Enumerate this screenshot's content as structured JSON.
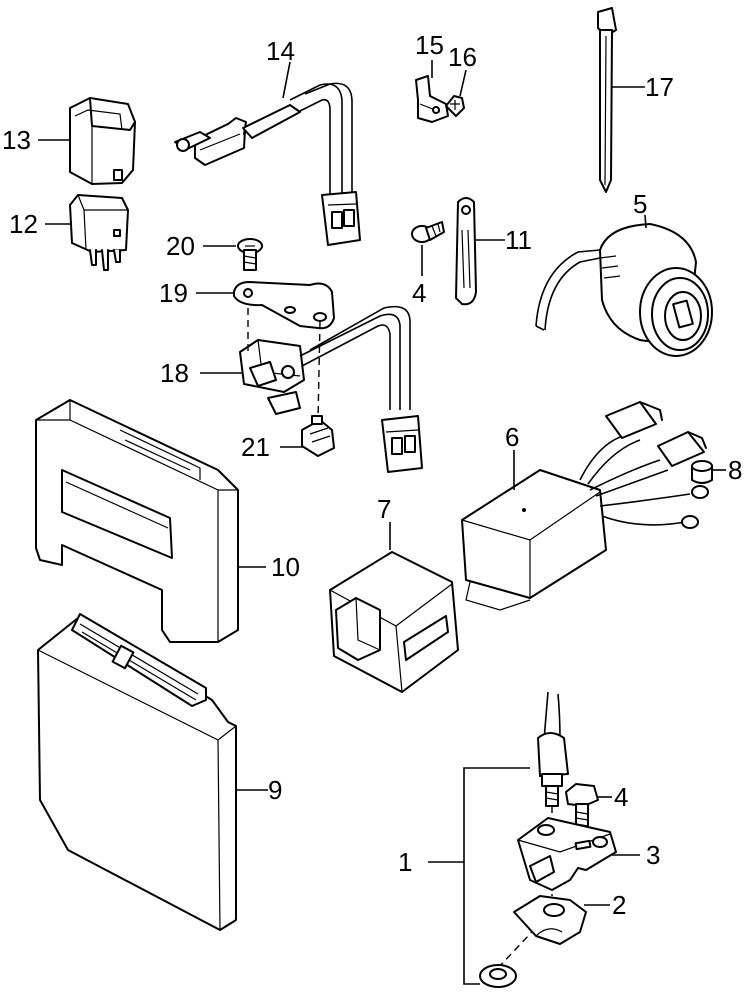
{
  "callouts": {
    "c1": "1",
    "c2": "2",
    "c3": "3",
    "c4a": "4",
    "c4b": "4",
    "c5": "5",
    "c6": "6",
    "c7": "7",
    "c8": "8",
    "c9": "9",
    "c10": "10",
    "c11": "11",
    "c12": "12",
    "c13": "13",
    "c14": "14",
    "c15": "15",
    "c16": "16",
    "c17": "17",
    "c18": "18",
    "c19": "19",
    "c20": "20",
    "c21": "21"
  }
}
